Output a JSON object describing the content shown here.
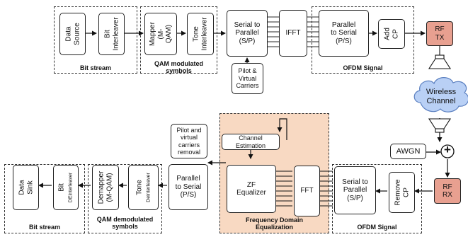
{
  "tx": {
    "data_source": "Data\nSource",
    "bit_interleaver": "Bit\nInterleaver",
    "mapper": "Mapper\n(M-QAM)",
    "tone_interleaver": "Tone\nInterleaver",
    "serial_to_parallel": "Serial to\nParallel\n(S/P)",
    "ifft": "IFFT",
    "parallel_to_serial": "Parallel\nto Serial\n(P/S)",
    "add_cp": "Add\nCP",
    "pilot": "Pilot &\nVirtual\nCarriers",
    "rf_tx": "RF\nTX",
    "group_bit_stream": "Bit stream",
    "group_qam": "QAM modulated\nsymbols",
    "group_ofdm": "OFDM Signal"
  },
  "channel": {
    "wireless": "Wireless\nChannel",
    "awgn": "AWGN",
    "plus": "+"
  },
  "rx": {
    "rf_rx": "RF\nRX",
    "remove_cp": "Remove\nCP",
    "serial_to_parallel": "Serial to\nParallel\n(S/P)",
    "fft": "FFT",
    "zf_equalizer": "ZF\nEqualizer",
    "channel_estimation": "Channel\nEstimation",
    "pilot_removal": "Pilot and\nvirtual\ncarriers\nremoval",
    "parallel_to_serial": "Parallel\nto Serial\n(P/S)",
    "tone_deinterleaver_a": "Tone",
    "tone_deinterleaver_b": "Deinterleaver",
    "demapper": "Demapper\n(M-QAM)",
    "bit_deinterleaver_a": "Bit",
    "bit_deinterleaver_b": "DEinterleaver",
    "data_sink": "Data Sink",
    "group_bit_stream": "Bit stream",
    "group_qam": "QAM demodulated\nsymbols",
    "group_fde": "Frequency Domain\nEqualization",
    "group_ofdm": "OFDM Signal"
  }
}
